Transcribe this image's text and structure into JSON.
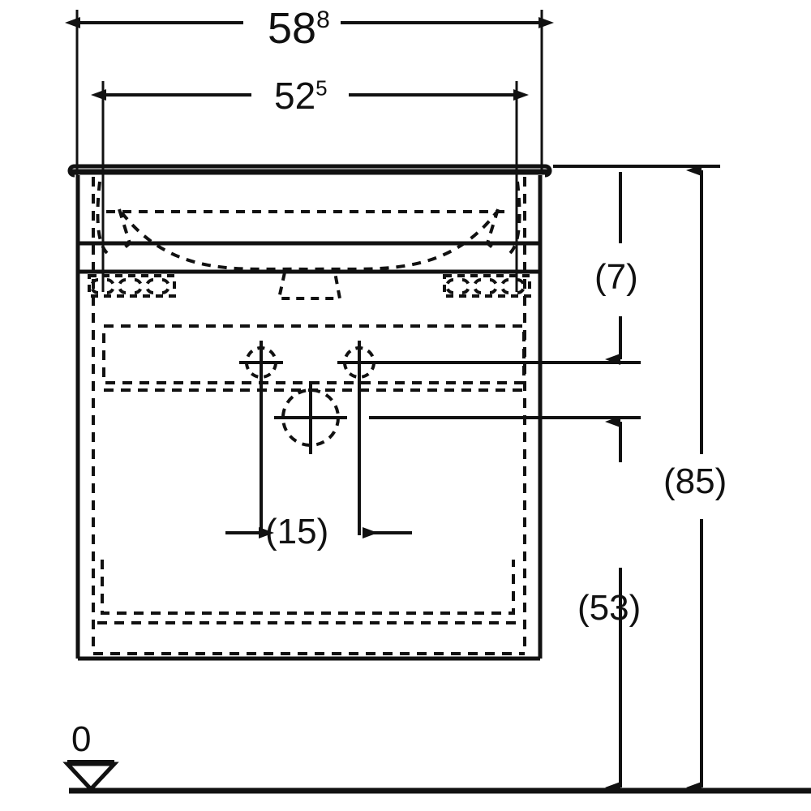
{
  "drawing": {
    "title": "Washbasin cabinet technical dimension drawing",
    "units": "cm",
    "line_color": "#111111",
    "background_color": "#ffffff",
    "dimensions": {
      "width_total": {
        "value": "58",
        "superscript": "8",
        "meaning": "overall cabinet width 58.8"
      },
      "width_inner": {
        "value": "52",
        "superscript": "5",
        "meaning": "inner/mounting width 52.5"
      },
      "tap_spacing": {
        "label": "(15)",
        "meaning": "distance between tap holes"
      },
      "depth_7": {
        "label": "(7)",
        "meaning": "drop from basin top to tap hole level"
      },
      "height_53": {
        "label": "(53)",
        "meaning": "height from floor to waste outlet centre"
      },
      "height_85": {
        "label": "(85)",
        "meaning": "overall height from floor to basin top"
      },
      "datum": {
        "label": "0",
        "meaning": "floor datum / zero level marker"
      }
    }
  }
}
